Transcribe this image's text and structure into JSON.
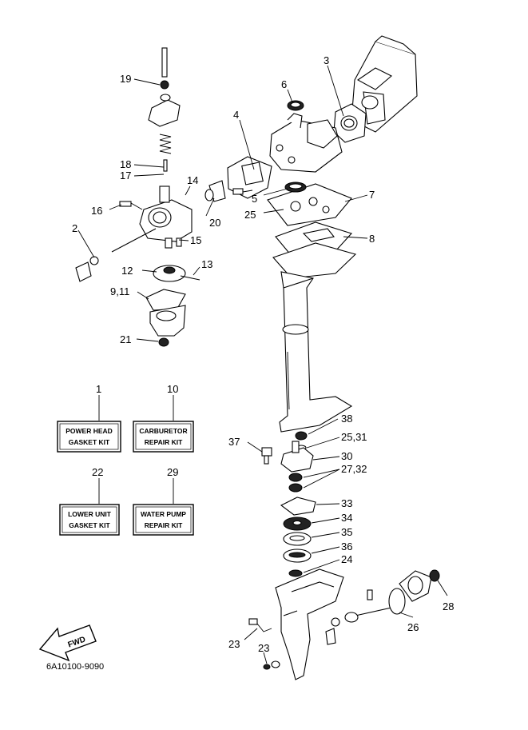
{
  "diagram": {
    "drawing_code": "6A10100-9090",
    "fwd_label": "FWD",
    "callouts": [
      {
        "id": "c1",
        "text": "1"
      },
      {
        "id": "c2",
        "text": "2"
      },
      {
        "id": "c3",
        "text": "3"
      },
      {
        "id": "c4",
        "text": "4"
      },
      {
        "id": "c5",
        "text": "5"
      },
      {
        "id": "c6",
        "text": "6"
      },
      {
        "id": "c7",
        "text": "7"
      },
      {
        "id": "c8",
        "text": "8"
      },
      {
        "id": "c911",
        "text": "9,11"
      },
      {
        "id": "c10",
        "text": "10"
      },
      {
        "id": "c12",
        "text": "12"
      },
      {
        "id": "c13",
        "text": "13"
      },
      {
        "id": "c14",
        "text": "14"
      },
      {
        "id": "c15",
        "text": "15"
      },
      {
        "id": "c16",
        "text": "16"
      },
      {
        "id": "c17",
        "text": "17"
      },
      {
        "id": "c18",
        "text": "18"
      },
      {
        "id": "c19",
        "text": "19"
      },
      {
        "id": "c20",
        "text": "20"
      },
      {
        "id": "c21",
        "text": "21"
      },
      {
        "id": "c22",
        "text": "22"
      },
      {
        "id": "c23a",
        "text": "23"
      },
      {
        "id": "c23b",
        "text": "23"
      },
      {
        "id": "c24",
        "text": "24"
      },
      {
        "id": "c2531",
        "text": "25,31"
      },
      {
        "id": "c25",
        "text": "25"
      },
      {
        "id": "c26",
        "text": "26"
      },
      {
        "id": "c2732",
        "text": "27,32"
      },
      {
        "id": "c28",
        "text": "28"
      },
      {
        "id": "c29",
        "text": "29"
      },
      {
        "id": "c30",
        "text": "30"
      },
      {
        "id": "c33",
        "text": "33"
      },
      {
        "id": "c34",
        "text": "34"
      },
      {
        "id": "c35",
        "text": "35"
      },
      {
        "id": "c36",
        "text": "36"
      },
      {
        "id": "c37",
        "text": "37"
      },
      {
        "id": "c38",
        "text": "38"
      }
    ],
    "kits": [
      {
        "id": "k1",
        "line1": "POWER HEAD",
        "line2": "GASKET KIT"
      },
      {
        "id": "k10",
        "line1": "CARBURETOR",
        "line2": "REPAIR KIT"
      },
      {
        "id": "k22",
        "line1": "LOWER UNIT",
        "line2": "GASKET KIT"
      },
      {
        "id": "k29",
        "line1": "WATER PUMP",
        "line2": "REPAIR KIT"
      }
    ]
  }
}
